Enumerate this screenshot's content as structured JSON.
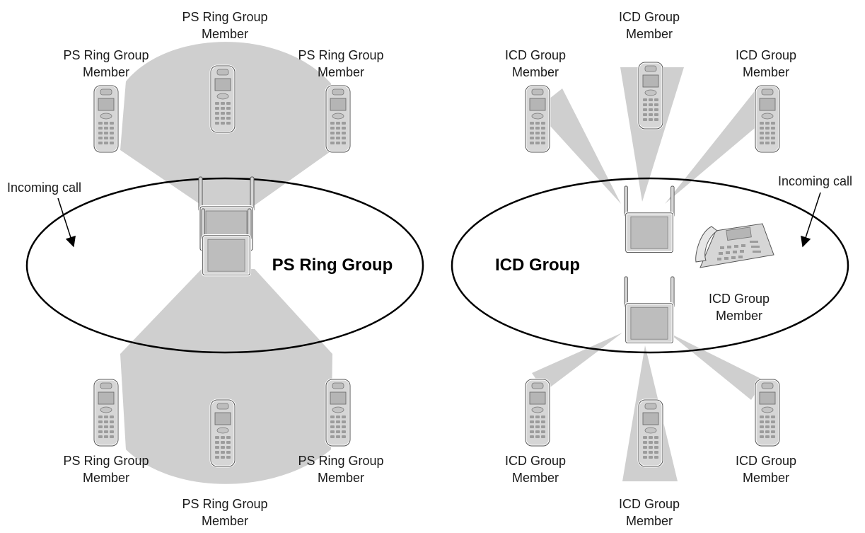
{
  "colors": {
    "beam": "#cfcfcf",
    "device_body": "#d6d6d6",
    "device_face": "#b9b9b9",
    "outline": "#000000"
  },
  "ps_ring": {
    "group_label": "PS Ring Group",
    "incoming_call": "Incoming call",
    "members": [
      {
        "line1": "PS Ring Group",
        "line2": "Member"
      },
      {
        "line1": "PS Ring Group",
        "line2": "Member"
      },
      {
        "line1": "PS Ring Group",
        "line2": "Member"
      },
      {
        "line1": "PS Ring Group",
        "line2": "Member"
      },
      {
        "line1": "PS Ring Group",
        "line2": "Member"
      },
      {
        "line1": "PS Ring Group",
        "line2": "Member"
      }
    ],
    "devices": {
      "cell_station": "cell-station-icon",
      "handset": "portable-station-icon"
    }
  },
  "icd": {
    "group_label": "ICD Group",
    "incoming_call": "Incoming call",
    "members": [
      {
        "line1": "ICD Group",
        "line2": "Member"
      },
      {
        "line1": "ICD Group",
        "line2": "Member"
      },
      {
        "line1": "ICD Group",
        "line2": "Member"
      },
      {
        "line1": "ICD Group",
        "line2": "Member"
      },
      {
        "line1": "ICD Group",
        "line2": "Member"
      },
      {
        "line1": "ICD Group",
        "line2": "Member"
      },
      {
        "line1": "ICD Group",
        "line2": "Member"
      }
    ],
    "devices": {
      "cell_station": "cell-station-icon",
      "handset": "portable-station-icon",
      "desk_phone": "proprietary-telephone-icon"
    }
  }
}
